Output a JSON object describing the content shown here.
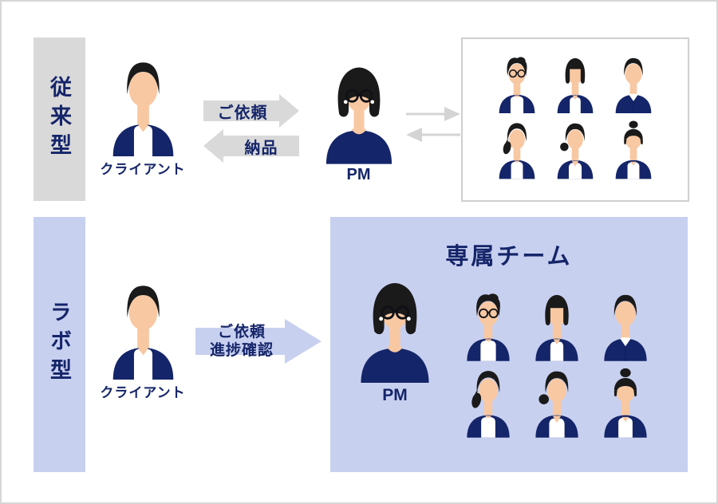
{
  "rows": {
    "traditional": {
      "label": "従来型",
      "client": {
        "label": "クライアント"
      },
      "request_arrow_label": "ご依頼",
      "delivery_arrow_label": "納品",
      "pm": {
        "label": "PM"
      },
      "team": {
        "members": [
          "man-round-glasses",
          "person-center-part",
          "man-collared-shirt",
          "woman-side-ponytail",
          "woman-low-bun",
          "woman-top-bun"
        ]
      }
    },
    "lab": {
      "label": "ラボ型",
      "client": {
        "label": "クライアント"
      },
      "arrow_line1": "ご依頼",
      "arrow_line2": "進捗確認",
      "team": {
        "title": "専属チーム",
        "pm_label": "PM",
        "members": [
          "man-round-glasses",
          "person-center-part",
          "man-collared-shirt",
          "woman-side-ponytail",
          "woman-low-bun",
          "woman-top-bun"
        ]
      }
    }
  },
  "colors": {
    "navy": "#152569",
    "gray_box": "#d9d9d9",
    "lavender": "#c8d0f0",
    "skin": "#f8c8a2",
    "hair": "#1a1a1a",
    "thin_arrow_gray": "#d4d4d4",
    "team_box_border": "#cfcfcf"
  }
}
